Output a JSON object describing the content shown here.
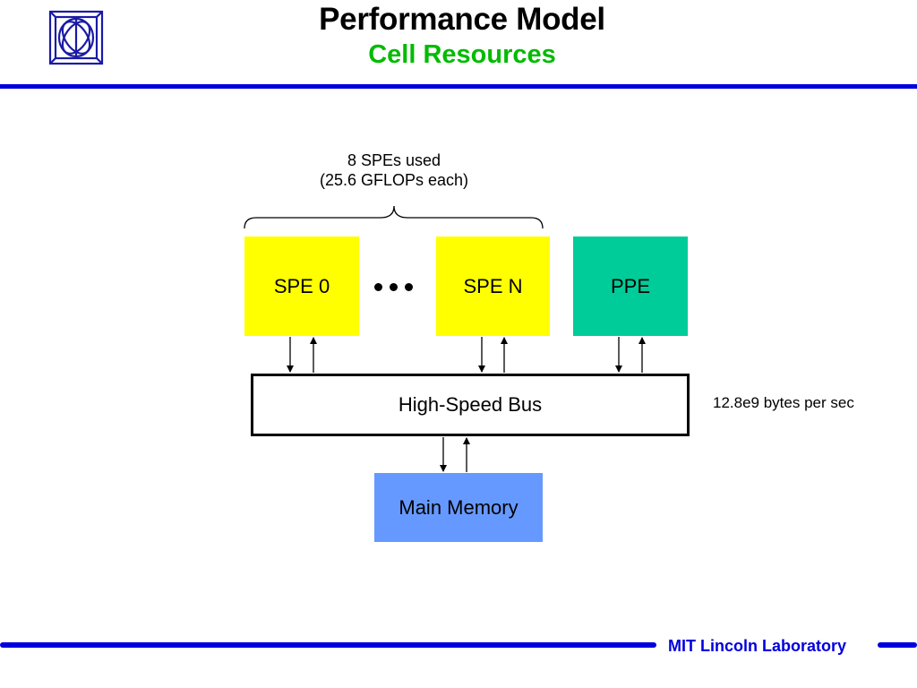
{
  "header": {
    "title": "Performance Model",
    "subtitle": "Cell Resources"
  },
  "diagram": {
    "annotation_line1": "8 SPEs used",
    "annotation_line2": "(25.6 GFLOPs each)",
    "spe0_label": "SPE 0",
    "spen_label": "SPE N",
    "ppe_label": "PPE",
    "bus_label": "High-Speed Bus",
    "bus_bandwidth": "12.8e9 bytes per sec",
    "memory_label": "Main Memory"
  },
  "footer": {
    "organization": "MIT Lincoln Laboratory"
  },
  "colors": {
    "rule_blue": "#0000dd",
    "subtitle_green": "#00bb00",
    "spe_yellow": "#ffff00",
    "ppe_green": "#00cc99",
    "memory_blue": "#6699ff",
    "logo_blue": "#1a1aa6"
  }
}
